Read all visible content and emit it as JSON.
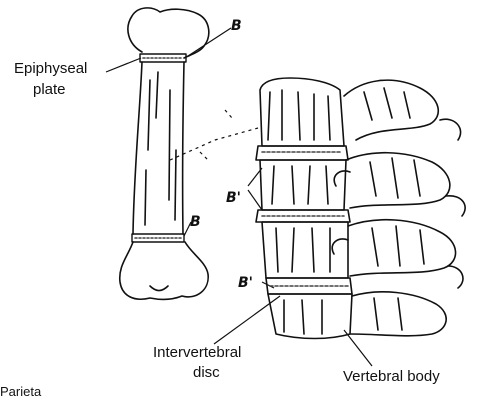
{
  "labels": {
    "epiphyseal_line1": "Epiphyseal",
    "epiphyseal_line2": "plate",
    "b_top": "B",
    "b_lower": "B",
    "b_prime_mid": "B'",
    "b_prime_low": "B'",
    "intervertebral_line1": "Intervertebral",
    "intervertebral_line2": "disc",
    "vertebral_body": "Vertebral body",
    "cut_off_text": "Parieta"
  },
  "colors": {
    "ink": "#111111",
    "paper": "#ffffff",
    "hatch": "#444444"
  }
}
